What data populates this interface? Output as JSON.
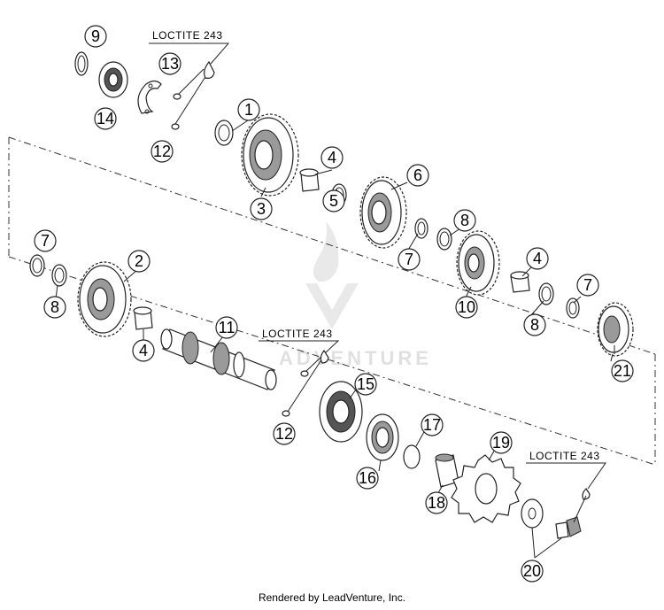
{
  "diagram": {
    "callouts": [
      "1",
      "2",
      "3",
      "4",
      "4",
      "4",
      "5",
      "6",
      "7",
      "7",
      "7",
      "7",
      "8",
      "8",
      "8",
      "8",
      "9",
      "10",
      "11",
      "12",
      "12",
      "13",
      "14",
      "15",
      "16",
      "17",
      "18",
      "19",
      "20",
      "21"
    ],
    "loctite_labels": [
      "LOCTITE 243",
      "LOCTITE 243",
      "LOCTITE 243"
    ],
    "watermark": "ADVENTURE"
  },
  "footer": {
    "text": "Rendered by LeadVenture, Inc."
  }
}
